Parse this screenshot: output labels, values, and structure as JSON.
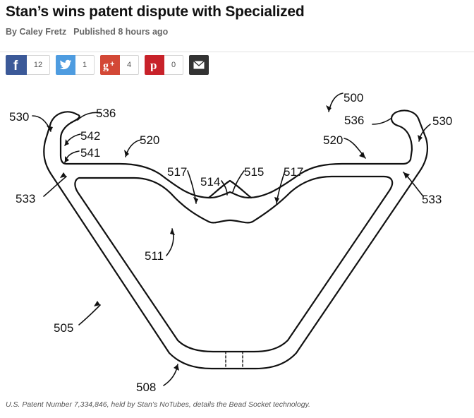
{
  "article": {
    "title": "Stan’s wins patent dispute with Specialized",
    "author": "By Caley Fretz",
    "published": "Published 8 hours ago"
  },
  "share": {
    "facebook": {
      "icon": "facebook-icon",
      "count": "12",
      "color": "#3b5998"
    },
    "twitter": {
      "icon": "twitter-icon",
      "count": "1",
      "color": "#4e9ce0"
    },
    "googleplus": {
      "icon": "google-plus-icon",
      "count": "4",
      "color": "#d34836"
    },
    "pinterest": {
      "icon": "pinterest-icon",
      "count": "0",
      "color": "#c8222a"
    },
    "email": {
      "icon": "email-icon",
      "color": "#333333"
    }
  },
  "figure": {
    "labels": {
      "l500": "500",
      "l530a": "530",
      "l530b": "530",
      "l536a": "536",
      "l536b": "536",
      "l542": "542",
      "l541": "541",
      "l520a": "520",
      "l520b": "520",
      "l533a": "533",
      "l533b": "533",
      "l517a": "517",
      "l517b": "517",
      "l514": "514",
      "l515": "515",
      "l511": "511",
      "l505": "505",
      "l508": "508"
    },
    "caption": "U.S. Patent Number 7,334,846, held by Stan’s NoTubes, details the Bead Socket technology."
  }
}
